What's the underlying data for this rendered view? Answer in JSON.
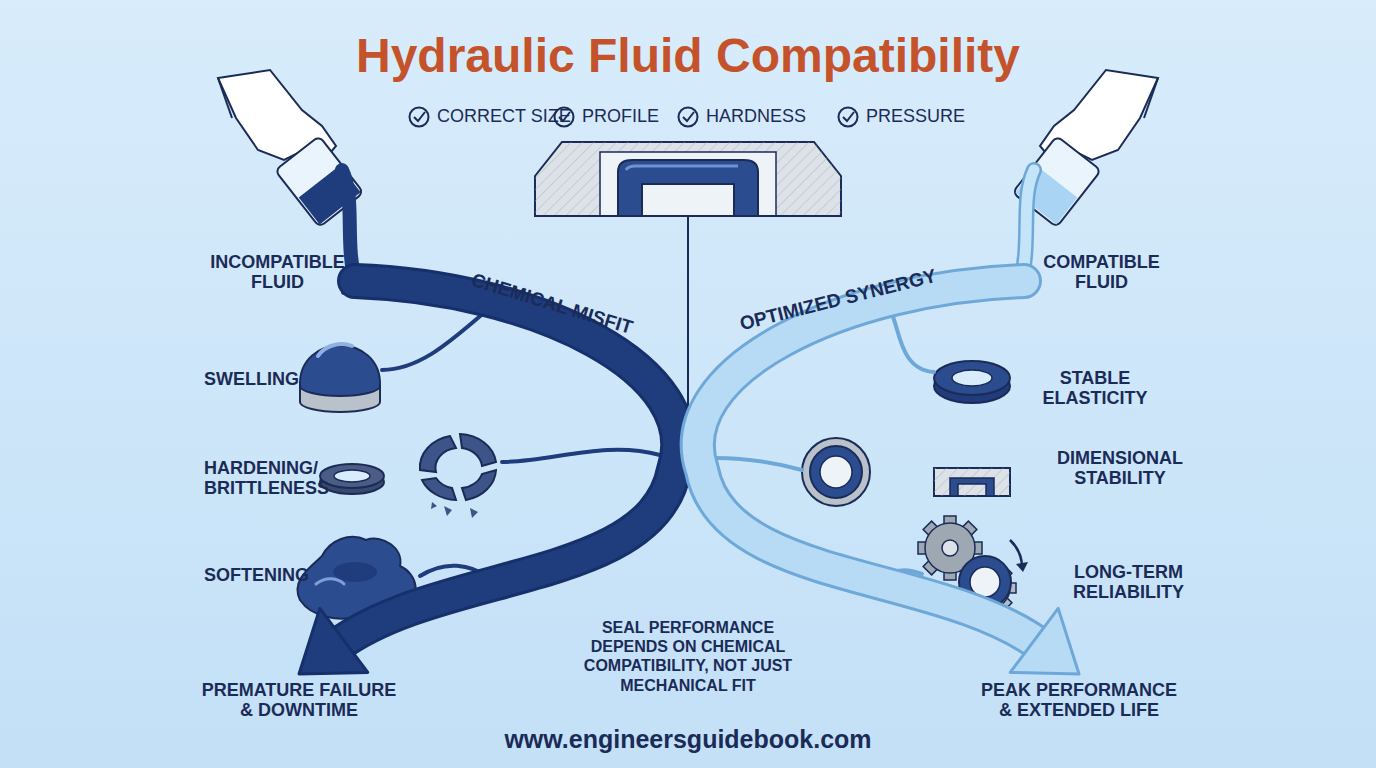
{
  "diagram": {
    "title": "Hydraulic Fluid Compatibility",
    "nodes": [
      {
        "text": [
          "INCOMPATIBLE FLUID"
        ]
      },
      {
        "text": [
          "SWELLING"
        ]
      },
      {
        "text": [
          "HARDENING/ BRITTLENESS"
        ]
      },
      {
        "text": [
          "SOFTENING"
        ]
      },
      {
        "text": [
          "PREMATURE FAILURE & DOWNTIME"
        ]
      },
      {
        "text": [
          "COMPATIBLE FLUID"
        ]
      },
      {
        "text": [
          "STABLE ELASTICITY"
        ]
      },
      {
        "text": [
          "DIMENSIONAL STABILITY"
        ]
      },
      {
        "text": [
          "LONG-TERM RELIABILITY"
        ]
      },
      {
        "text": [
          "PEAK PERFORMANCE & EXTENDED LIFE"
        ]
      }
    ],
    "edges": [
      {
        "from": 0,
        "to": 4,
        "label": "CHEMICAL MISFIT",
        "arrow": "to"
      },
      {
        "from": 5,
        "to": 9,
        "label": "OPTIMIZED SYNERGY",
        "arrow": "to"
      }
    ],
    "labels": [
      "CORRECT SIZE",
      "PROFILE",
      "HARDNESS",
      "PRESSURE",
      "SEAL PERFORMANCE DEPENDS ON CHEMICAL COMPATIBILITY, NOT JUST MECHANICAL FIT",
      "www.engineersguidebook.com"
    ]
  }
}
